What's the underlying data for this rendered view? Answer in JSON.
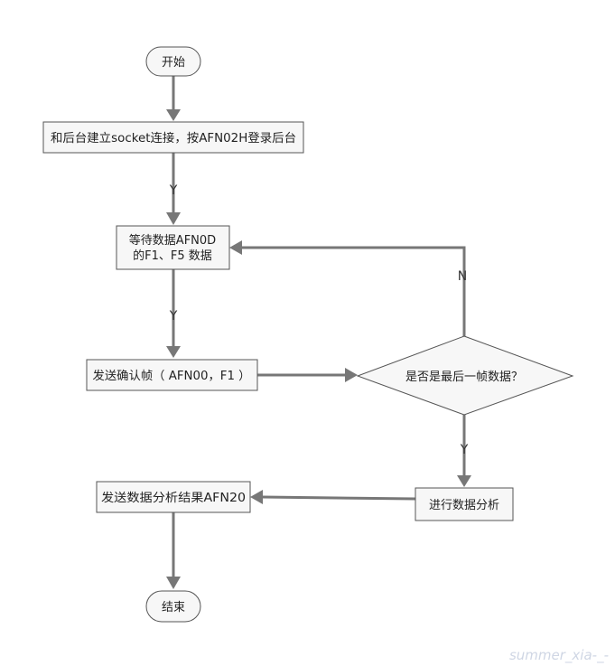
{
  "nodes": {
    "start": {
      "label": "开始"
    },
    "connect": {
      "label": "和后台建立socket连接，按AFN02H登录后台"
    },
    "wait": {
      "line1": "等待数据AFN0D",
      "line2": "的F1、F5 数据"
    },
    "ack": {
      "label": "发送确认帧（ AFN00，F1 ）"
    },
    "decision": {
      "label": "是否是最后一帧数据？"
    },
    "analyze": {
      "label": "进行数据分析"
    },
    "send_result": {
      "label": "发送数据分析结果AFN20"
    },
    "end": {
      "label": "结束"
    }
  },
  "edges": {
    "connect_to_wait": {
      "label": "Y"
    },
    "wait_to_ack": {
      "label": "Y"
    },
    "decision_to_wait": {
      "label": "N"
    },
    "decision_to_analyze": {
      "label": "Y"
    }
  },
  "watermark": "summer_xia-_-",
  "colors": {
    "shape_fill": "#f7f7f7",
    "shape_stroke": "#555555",
    "edge": "#777777"
  }
}
